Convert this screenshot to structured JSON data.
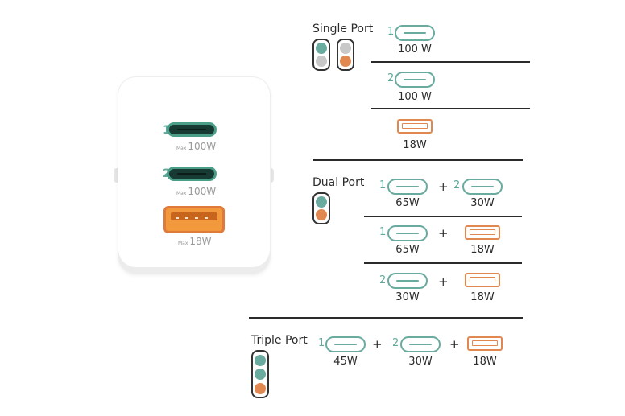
{
  "colors": {
    "teal": "#6aab9f",
    "orange": "#e08850",
    "grey": "#c8c8c8",
    "dark_line": "#2b2b2b"
  },
  "device": {
    "ports": [
      {
        "number": "1",
        "type": "usb-c",
        "max_label": "Max",
        "max_value": "100W"
      },
      {
        "number": "2",
        "type": "usb-c",
        "max_label": "Max",
        "max_value": "100W"
      },
      {
        "number": "",
        "type": "usb-a",
        "max_label": "Max",
        "max_value": "18W"
      }
    ]
  },
  "single": {
    "title": "Single Port",
    "rows": [
      {
        "port": "1",
        "watt": "100 W"
      },
      {
        "port": "2",
        "watt": "100 W"
      },
      {
        "port": "",
        "watt": "18W"
      }
    ]
  },
  "dual": {
    "title": "Dual Port",
    "rows": [
      {
        "left_port": "1",
        "left_watt": "65W",
        "plus": "+",
        "right_port": "2",
        "right_watt": "30W"
      },
      {
        "left_port": "1",
        "left_watt": "65W",
        "plus": "+",
        "right_port": "",
        "right_watt": "18W"
      },
      {
        "left_port": "2",
        "left_watt": "30W",
        "plus": "+",
        "right_port": "",
        "right_watt": "18W"
      }
    ]
  },
  "triple": {
    "title": "Triple Port",
    "row": {
      "p1": "1",
      "w1": "45W",
      "plus1": "+",
      "p2": "2",
      "w2": "30W",
      "plus2": "+",
      "w3": "18W"
    }
  }
}
